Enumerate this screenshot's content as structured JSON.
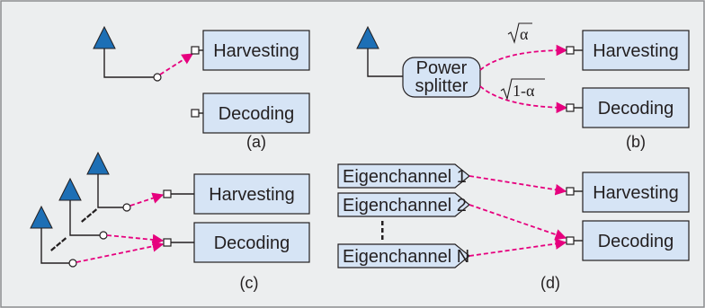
{
  "colors": {
    "panel_bg": "#eceeef",
    "panel_border": "#8a8c8e",
    "box_fill": "#d6e4f5",
    "box_stroke": "#231f20",
    "antenna": "#1d6fb5",
    "switch_dash": "#e6007e",
    "line": "#231f20"
  },
  "panels": {
    "a": {
      "caption": "(a)",
      "box_top": "Harvesting",
      "box_bottom": "Decoding"
    },
    "b": {
      "caption": "(b)",
      "box_top": "Harvesting",
      "box_bottom": "Decoding",
      "splitter_line1": "Power",
      "splitter_line2": "splitter",
      "coef_top": "α",
      "coef_bottom": "1-α"
    },
    "c": {
      "caption": "(c)",
      "box_top": "Harvesting",
      "box_bottom": "Decoding"
    },
    "d": {
      "caption": "(d)",
      "box_top": "Harvesting",
      "box_bottom": "Decoding",
      "channels": [
        "Eigenchannel 1",
        "Eigenchannel 2",
        "Eigenchannel N"
      ]
    }
  }
}
